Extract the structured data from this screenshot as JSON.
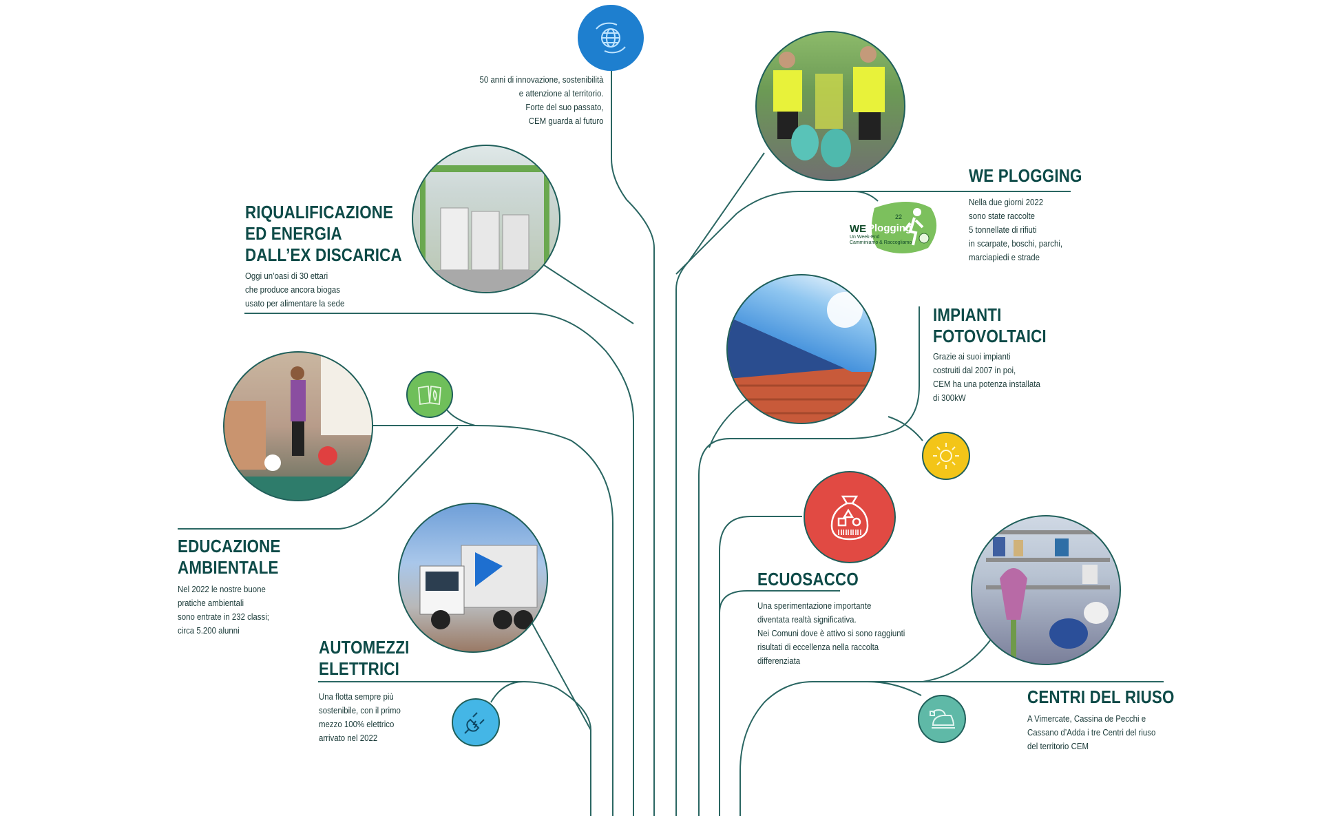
{
  "intro": {
    "lines": [
      "50 anni di innovazione, sostenibilità",
      "e attenzione al territorio.",
      "Forte del suo passato,",
      "CEM guarda al futuro"
    ]
  },
  "sections": {
    "riqualificazione": {
      "title": [
        "RIQUALIFICAZIONE",
        "ED ENERGIA",
        "DALL’EX DISCARICA"
      ],
      "lines": [
        "Oggi un’oasi di 30 ettari",
        "che produce ancora biogas",
        "usato per alimentare la sede"
      ]
    },
    "educazione": {
      "title": [
        "EDUCAZIONE",
        "AMBIENTALE"
      ],
      "lines": [
        "Nel 2022 le nostre buone",
        "pratiche ambientali",
        "sono entrate in 232 classi;",
        "circa 5.200 alunni"
      ]
    },
    "automezzi": {
      "title": [
        "AUTOMEZZI",
        "ELETTRICI"
      ],
      "lines": [
        "Una flotta sempre più",
        "sostenibile, con il primo",
        "mezzo 100% elettrico",
        "arrivato nel 2022"
      ]
    },
    "weplogging": {
      "title": [
        "WE PLOGGING"
      ],
      "lines": [
        "Nella due giorni 2022",
        "sono state raccolte",
        "5 tonnellate di rifiuti",
        "in scarpate, boschi, parchi,",
        "marciapiedi e strade"
      ],
      "logo": {
        "we": "WE",
        "plogging": "Plogging",
        "year": "22",
        "sub1": "Un Week-End",
        "sub2": "Camminiamo & Raccogliamo"
      }
    },
    "fotovoltaici": {
      "title": [
        "IMPIANTI",
        "FOTOVOLTAICI"
      ],
      "lines": [
        "Grazie ai suoi impianti",
        "costruiti dal 2007 in poi,",
        "CEM ha una potenza installata",
        "di 300kW"
      ]
    },
    "ecuosacco": {
      "title": [
        "ECUOSACCO"
      ],
      "lines": [
        "Una sperimentazione importante",
        "diventata realtà significativa.",
        "Nei Comuni dove è attivo si sono raggiunti",
        "risultati di eccellenza nella raccolta",
        "differenziata"
      ]
    },
    "riuso": {
      "title": [
        "CENTRI DEL RIUSO"
      ],
      "lines": [
        "A Vimercate, Cassina de Pecchi e",
        "Cassano d’Adda i tre Centri del riuso",
        "del territorio CEM"
      ]
    }
  },
  "icons": {
    "globe": "globe-hands-icon",
    "book": "book-leaf-icon",
    "plug": "electric-plug-icon",
    "sun": "sun-icon",
    "sack": "sack-icon",
    "iron": "iron-plug-icon"
  },
  "colors": {
    "line": "#2a6662",
    "heading": "#0d4a47",
    "blue": "#1e7fcf",
    "green": "#6fbf5a",
    "cyan": "#44b6e6",
    "yellow": "#f3c518",
    "red": "#e14a43",
    "teal": "#5fb9a7"
  }
}
